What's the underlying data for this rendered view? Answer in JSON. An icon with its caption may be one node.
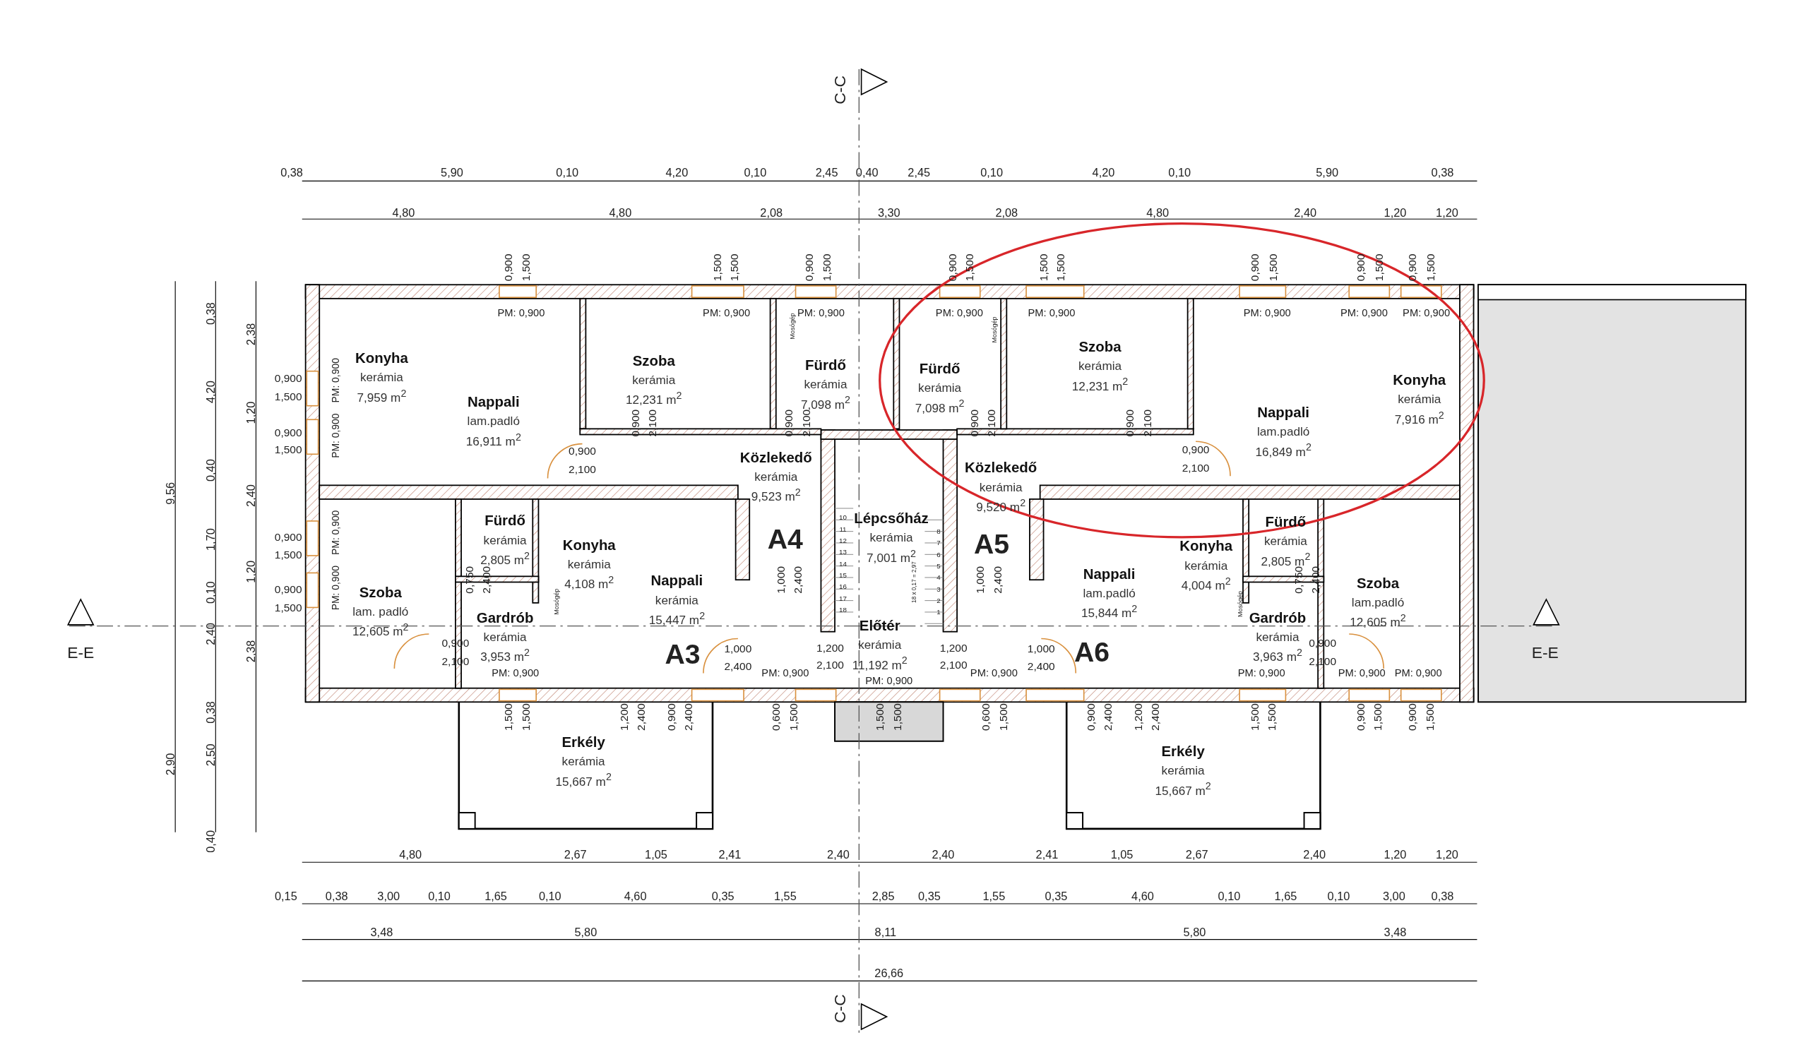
{
  "diagram": {
    "nodes": [
      {
        "text": [
          "Konyha",
          "kerámia",
          "7,959 m$^{2}$"
        ]
      },
      {
        "text": [
          "Nappali",
          "lam.padló",
          "16,911 m$^{2}$"
        ]
      },
      {
        "text": [
          "Szoba",
          "kerámia",
          "12,231 m$^{2}$"
        ]
      },
      {
        "text": [
          "Fürdő",
          "kerámia",
          "7,098 m$^{2}$"
        ]
      },
      {
        "text": [
          "Közlekedő",
          "kerámia",
          "9,523 m$^{2}$"
        ]
      },
      {
        "text": [
          "Fürdő",
          "kerámia",
          "7,098 m$^{2}$"
        ]
      },
      {
        "text": [
          "Szoba",
          "kerámia",
          "12,231 m$^{2}$"
        ]
      },
      {
        "text": [
          "Nappali",
          "lam.padló",
          "16,849 m$^{2}$"
        ]
      },
      {
        "text": [
          "Konyha",
          "kerámia",
          "7,916 m$^{2}$"
        ]
      },
      {
        "text": [
          "Közlekedő",
          "kerámia",
          "9,520 m$^{2}$"
        ]
      },
      {
        "text": [
          "Lépcsőház",
          "kerámia",
          "7,001 m$^{2}$"
        ]
      },
      {
        "text": [
          "Szoba",
          "lam. padló",
          "12,605 m$^{2}$"
        ]
      },
      {
        "text": [
          "Fürdő",
          "kerámia",
          "2,805 m$^{2}$"
        ]
      },
      {
        "text": [
          "Gardrób",
          "kerámia",
          "3,953 m$^{2}$"
        ]
      },
      {
        "text": [
          "Konyha",
          "kerámia",
          "4,108 m$^{2}$"
        ]
      },
      {
        "text": [
          "Nappali",
          "kerámia",
          "15,447 m$^{2}$"
        ]
      },
      {
        "text": [
          "Előtér",
          "kerámia",
          "11,192 m$^{2}$"
        ]
      },
      {
        "text": [
          "Nappali",
          "lam.padló",
          "15,844 m$^{2}$"
        ]
      },
      {
        "text": [
          "Konyha",
          "kerámia",
          "4,004 m$^{2}$"
        ]
      },
      {
        "text": [
          "Fürdő",
          "kerámia",
          "2,805 m$^{2}$"
        ]
      },
      {
        "text": [
          "Gardrób",
          "kerámia",
          "3,963 m$^{2}$"
        ]
      },
      {
        "text": [
          "Szoba",
          "lam.padló",
          "12,605 m$^{2}$"
        ]
      },
      {
        "text": [
          "Erkély",
          "kerámia",
          "15,667 m$^{2}$"
        ]
      },
      {
        "text": [
          "Erkély",
          "kerámia",
          "15,667 m$^{2}$"
        ]
      }
    ],
    "labels": [
      "C-C",
      "0,38",
      "5,90",
      "0,10",
      "4,20",
      "0,10",
      "2,45",
      "0,40",
      "2,45",
      "0,10",
      "4,20",
      "0,10",
      "5,90",
      "0,38",
      "4,80",
      "4,80",
      "2,08",
      "3,30",
      "2,08",
      "4,80",
      "2,40",
      "1,20",
      "1,20",
      "0,900",
      "1,500",
      "1,500",
      "1,500",
      "0,900",
      "1,500",
      "0,900",
      "1,500",
      "1,500",
      "1,500",
      "0,900",
      "1,500",
      "0,900",
      "1,500",
      "0,900",
      "1,500",
      "PM: 0,900",
      "PM: 0,900",
      "PM: 0,900",
      "PM: 0,900",
      "PM: 0,900",
      "PM: 0,900",
      "PM: 0,900",
      "PM: 0,900",
      "0,900",
      "1,500",
      "0,900",
      "1,500",
      "0,900",
      "1,500",
      "0,900",
      "1,500",
      "PM: 0,900",
      "PM: 0,900",
      "PM: 0,900",
      "PM: 0,900",
      "9,56",
      "2,90",
      "0,38",
      "4,20",
      "0,40",
      "1,70",
      "0,10",
      "2,40",
      "0,38",
      "2,50",
      "0,40",
      "2,38",
      "1,20",
      "2,40",
      "1,20",
      "2,38",
      "0,900",
      "2,100",
      "0,900",
      "2,100",
      "0,900",
      "2,100",
      "0,900",
      "2,100",
      "0,900",
      "2,100",
      "0,900",
      "2,100",
      "0,750",
      "2,400",
      "1,000",
      "2,400",
      "1,000",
      "2,400",
      "0,750",
      "2,400",
      "0,900",
      "2,100",
      "1,000",
      "2,400",
      "1,200",
      "2,100",
      "1,200",
      "2,100",
      "1,000",
      "2,400",
      "0,900",
      "2,100",
      "PM: 0,900",
      "PM: 0,900",
      "PM: 0,900",
      "PM: 0,900",
      "PM: 0,900",
      "PM: 0,900",
      "PM: 0,900",
      "A4",
      "A5",
      "A3",
      "A6",
      "10",
      "11",
      "12",
      "13",
      "14",
      "15",
      "16",
      "17",
      "18",
      "8",
      "7",
      "6",
      "5",
      "4",
      "3",
      "2",
      "1",
      "18 x 0,17 = 2,97",
      "Mosógép",
      "Mosógép",
      "Mosógép",
      "Mosógép",
      "E-E",
      "E-E",
      "1,500",
      "1,500",
      "1,200",
      "2,400",
      "0,900",
      "2,400",
      "0,600",
      "1,500",
      "1,500",
      "1,500",
      "0,600",
      "1,500",
      "0,900",
      "2,400",
      "1,200",
      "2,400",
      "1,500",
      "1,500",
      "0,900",
      "1,500",
      "0,900",
      "1,500",
      "4,80",
      "2,67",
      "1,05",
      "2,41",
      "2,40",
      "2,40",
      "2,41",
      "1,05",
      "2,67",
      "2,40",
      "1,20",
      "1,20",
      "0,15",
      "0,38",
      "3,00",
      "0,10",
      "1,65",
      "0,10",
      "4,60",
      "0,35",
      "1,55",
      "2,85",
      "0,35",
      "1,55",
      "0,35",
      "4,60",
      "0,10",
      "1,65",
      "0,10",
      "3,00",
      "0,38",
      "3,48",
      "5,80",
      "8,11",
      "5,80",
      "3,48",
      "26,66",
      "C-C"
    ]
  }
}
